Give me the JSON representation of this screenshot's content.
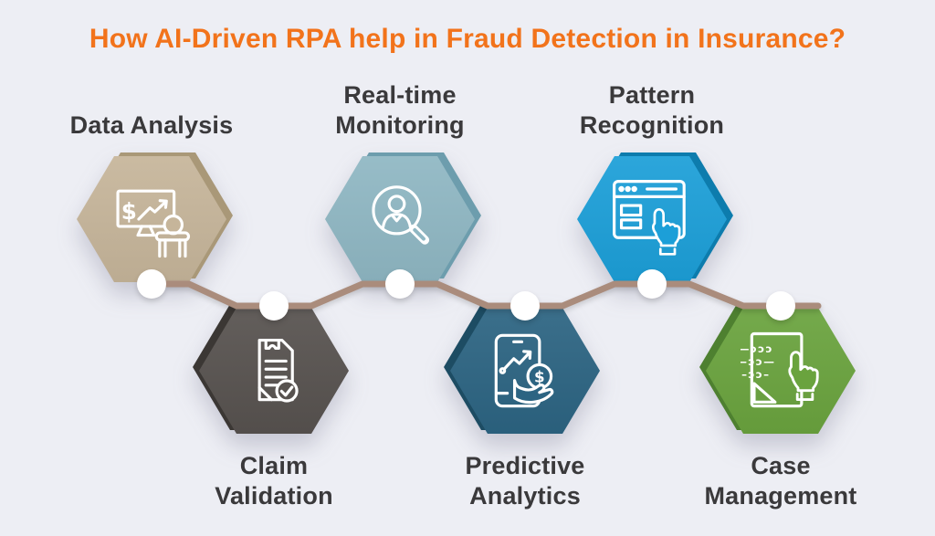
{
  "page": {
    "background_color": "#edeef4",
    "label_color": "#3a393b"
  },
  "title": {
    "text": "How AI-Driven RPA help in Fraud Detection in Insurance?",
    "color": "#f2731b"
  },
  "connector": {
    "line_color": "#aa8c7c",
    "node_color": "#ffffff"
  },
  "steps": [
    {
      "label": "Data Analysis",
      "line1": "Data Analysis",
      "line2": "",
      "row": "top",
      "color": "#c6b59a",
      "shadow_color": "#a99878",
      "icon": "monitor-dollar-chart-person-icon"
    },
    {
      "label": "Claim Validation",
      "line1": "Claim",
      "line2": "Validation",
      "row": "bottom",
      "color": "#57524f",
      "shadow_color": "#3b3734",
      "icon": "document-checkmark-icon"
    },
    {
      "label": "Real-time Monitoring",
      "line1": "Real-time",
      "line2": "Monitoring",
      "row": "top",
      "color": "#8fb7c3",
      "shadow_color": "#6d9dad",
      "icon": "magnifier-person-icon"
    },
    {
      "label": "Predictive Analytics",
      "line1": "Predictive",
      "line2": "Analytics",
      "row": "bottom",
      "color": "#2c6482",
      "shadow_color": "#1d4c63",
      "icon": "phone-chart-hand-dollar-icon"
    },
    {
      "label": "Pattern Recognition",
      "line1": "Pattern",
      "line2": "Recognition",
      "row": "top",
      "color": "#1c9fd8",
      "shadow_color": "#0d7cad",
      "icon": "browser-hand-pointer-icon"
    },
    {
      "label": "Case Management",
      "line1": "Case",
      "line2": "Management",
      "row": "bottom",
      "color": "#6aa33e",
      "shadow_color": "#4e8030",
      "icon": "document-code-hand-pointer-icon"
    }
  ],
  "icon_glyphs": {
    "dollar": "$",
    "case_row1": "—ɔɔɔ",
    "case_row2": "—ɔɔ—",
    "case_row3": "–ɔɔ–"
  }
}
